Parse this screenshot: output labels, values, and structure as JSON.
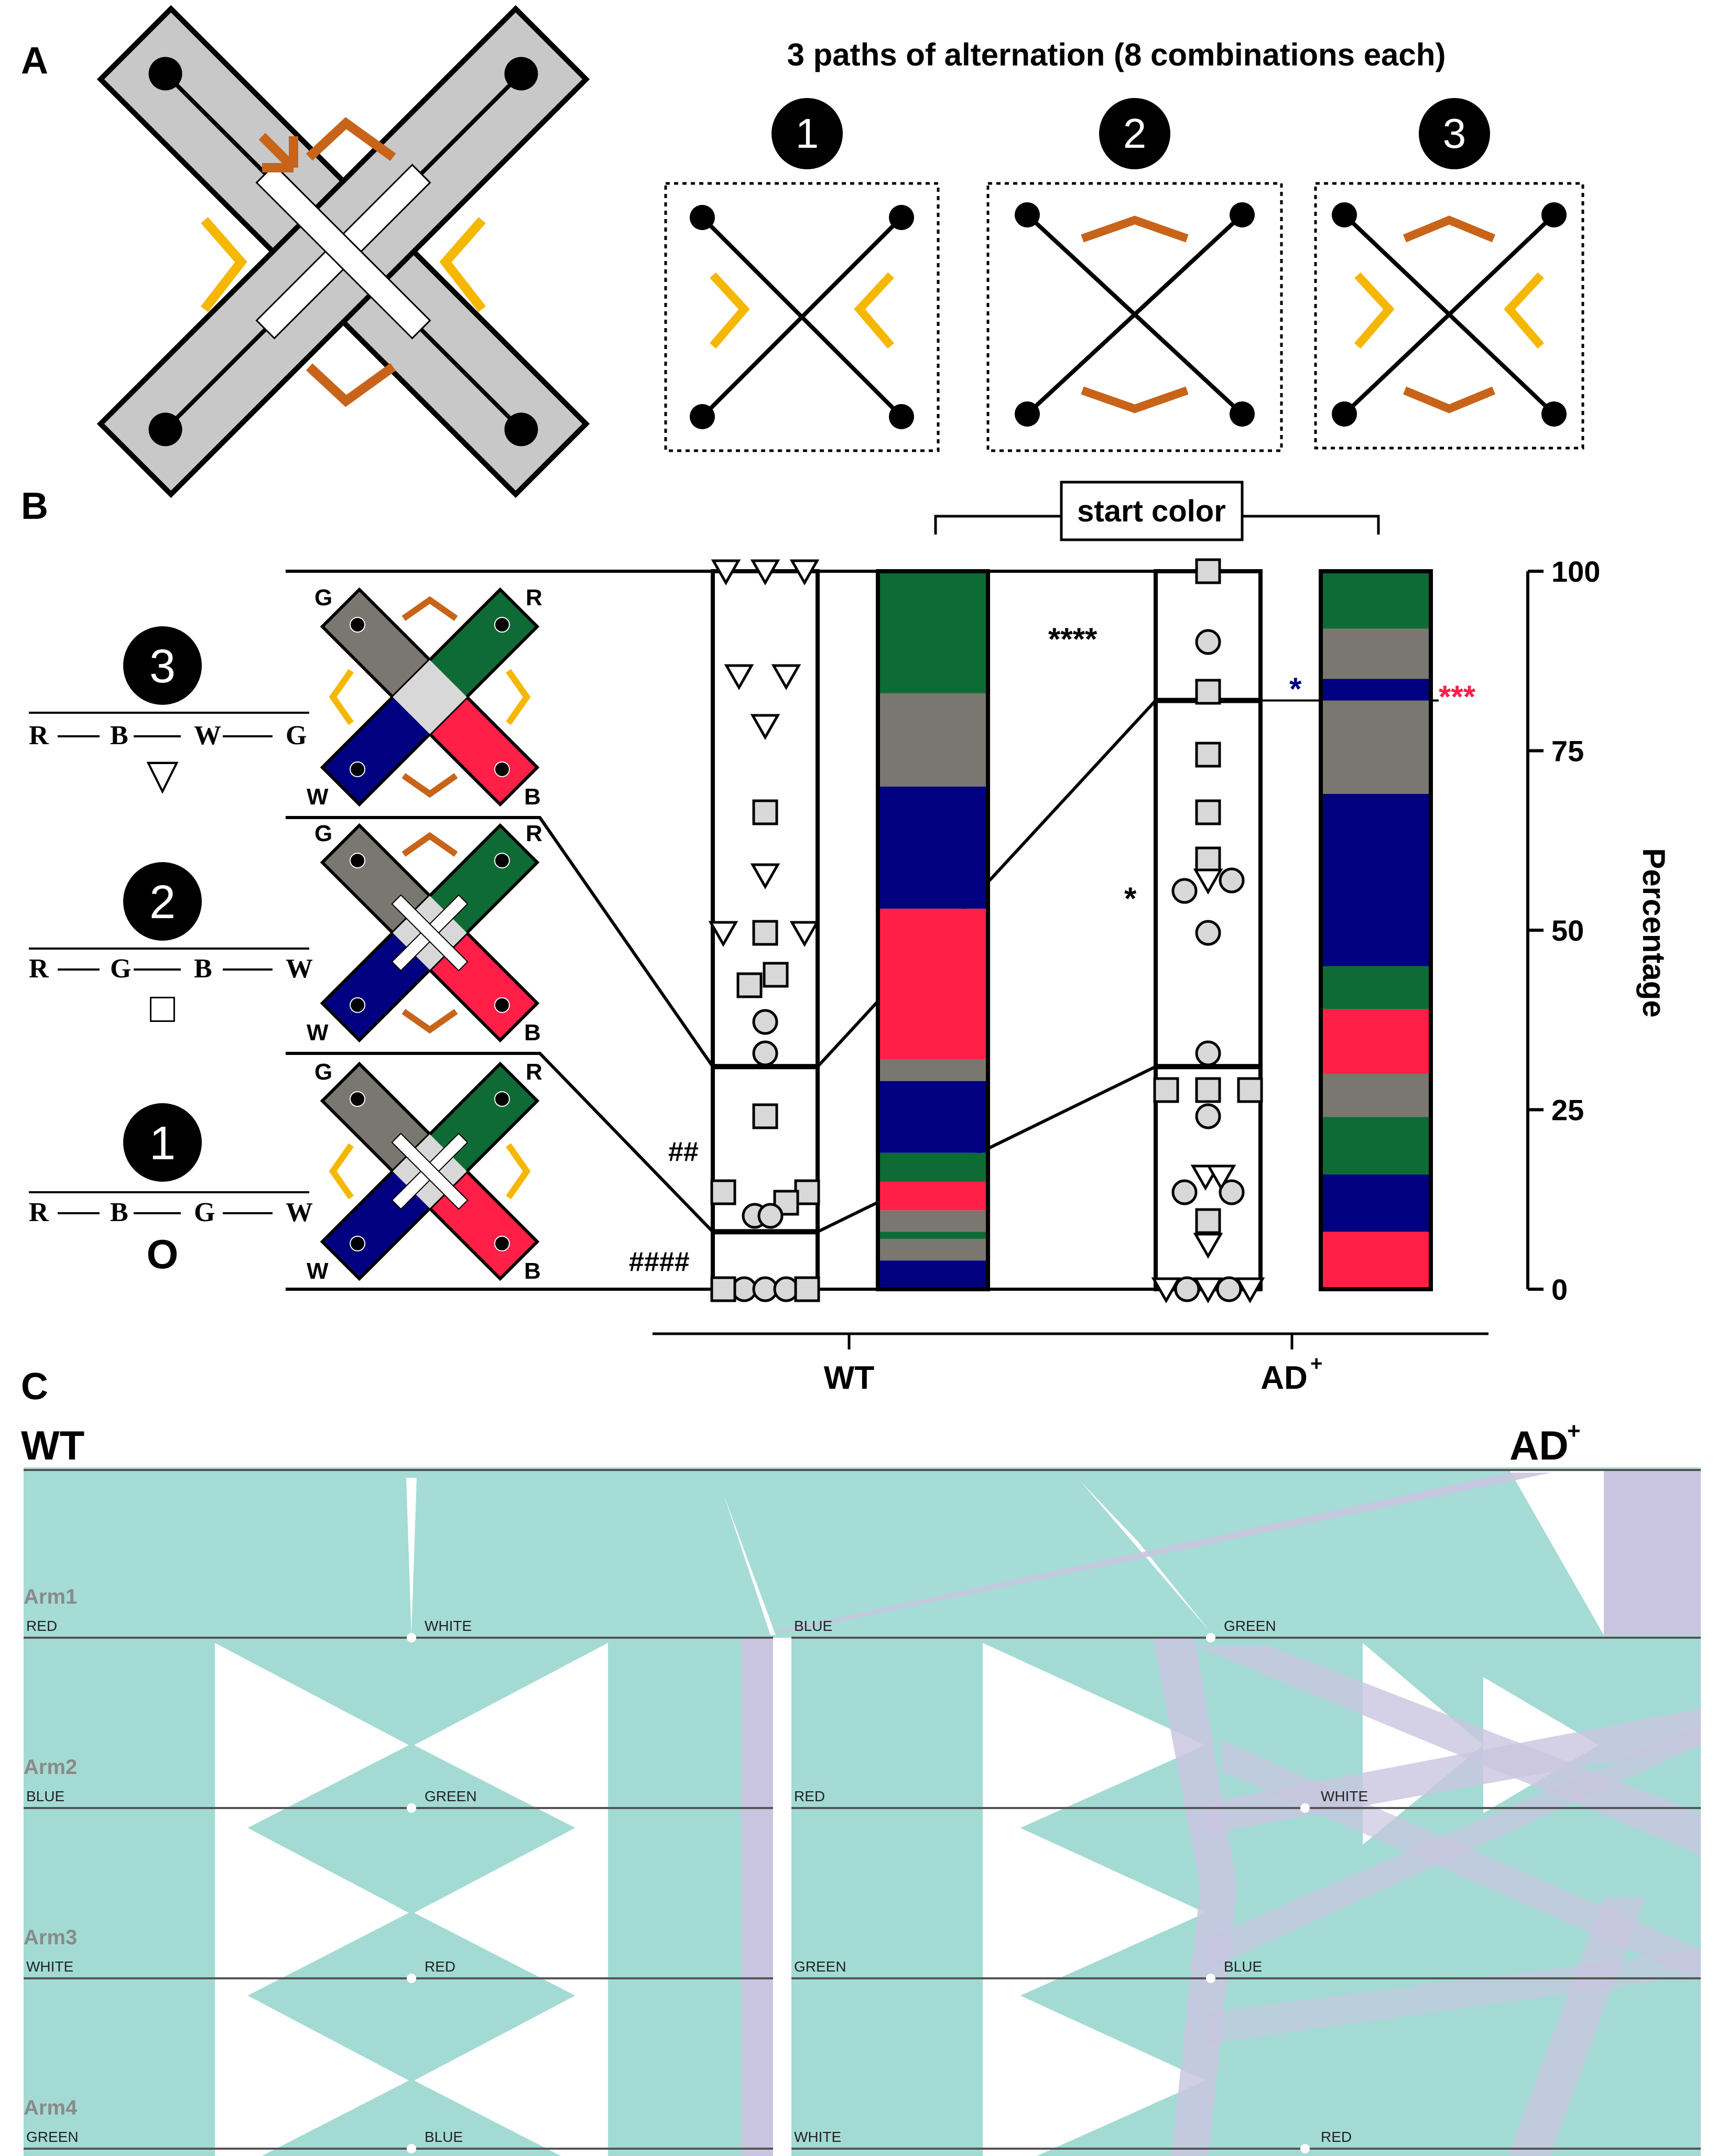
{
  "panels": {
    "a": {
      "label": "A",
      "title": "3 paths of alternation (8 combinations each)",
      "path_numbers": [
        "1",
        "2",
        "3"
      ]
    },
    "b": {
      "label": "B",
      "start_color_label": "start color",
      "paths": [
        {
          "number": "3",
          "sequence": [
            "R",
            "B",
            "W",
            "G"
          ],
          "symbol": "▽"
        },
        {
          "number": "2",
          "sequence": [
            "R",
            "G",
            "B",
            "W"
          ],
          "symbol": "□"
        },
        {
          "number": "1",
          "sequence": [
            "R",
            "B",
            "G",
            "W"
          ],
          "symbol": "O"
        }
      ],
      "arm_letters": {
        "top_left": "G",
        "top_right": "R",
        "bottom_left": "W",
        "bottom_right": "B"
      },
      "annotations": {
        "wt_hash_upper": "##",
        "wt_hash_lower": "####",
        "ad_stars_top": "****",
        "ad_star_mid": "*",
        "ad_star_blue": "*",
        "ad_stars_red": "***"
      },
      "groups": [
        "WT",
        "AD"
      ],
      "ad_superscript": "+"
    },
    "c": {
      "label": "C",
      "left_title": "WT",
      "right_title": "AD",
      "right_superscript": "+",
      "arms": [
        "Arm1",
        "Arm2",
        "Arm3",
        "Arm4"
      ],
      "wt_colors": [
        [
          "RED",
          "WHITE"
        ],
        [
          "BLUE",
          "GREEN"
        ],
        [
          "WHITE",
          "RED"
        ],
        [
          "GREEN",
          "BLUE"
        ]
      ],
      "ad_colors": [
        [
          "BLUE",
          "GREEN"
        ],
        [
          "RED",
          "WHITE"
        ],
        [
          "GREEN",
          "BLUE"
        ],
        [
          "WHITE",
          "RED"
        ]
      ]
    }
  },
  "chart_data": {
    "type": "bar",
    "ylabel": "Percentage",
    "ylim": [
      0,
      100
    ],
    "yticks": [
      0,
      25,
      50,
      75,
      100
    ],
    "categories": [
      "WT",
      "AD+"
    ],
    "series": [
      {
        "name": "1",
        "values": [
          8,
          31
        ]
      },
      {
        "name": "2",
        "values": [
          23,
          51
        ]
      },
      {
        "name": "3",
        "values": [
          69,
          18
        ]
      }
    ],
    "colors": {
      "green": "#0f6b35",
      "gray": "#7a7670",
      "blue": "#000080",
      "red": "#ff1f47",
      "teal": "#a3dbd4",
      "lavender": "#c9c5e0",
      "orange": "#c8641a",
      "yellow": "#f5b700"
    }
  }
}
